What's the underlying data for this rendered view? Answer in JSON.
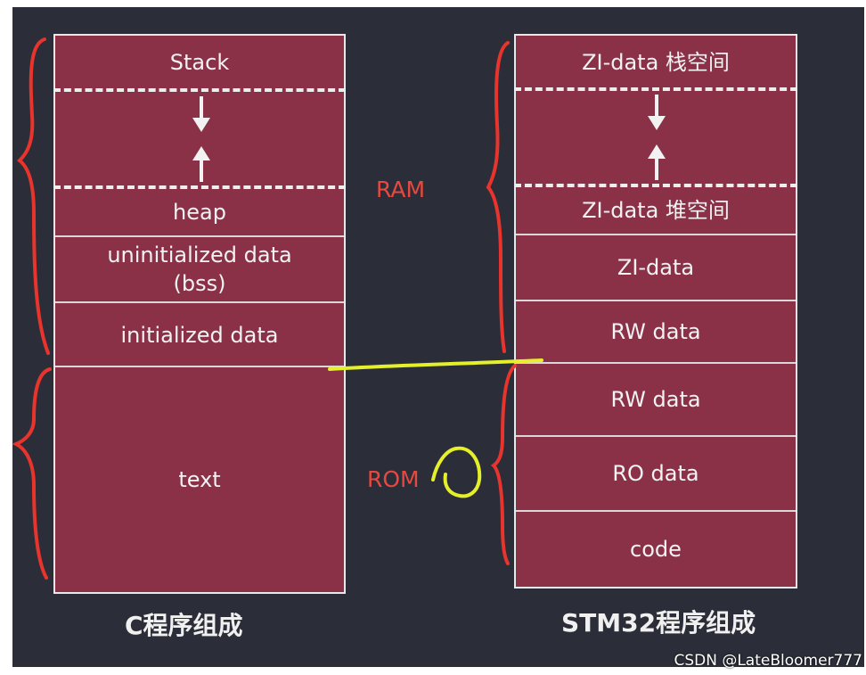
{
  "c_layout": {
    "caption": "C程序组成",
    "stack": "Stack",
    "heap": "heap",
    "uninit_line1": "uninitialized data",
    "uninit_line2": "(bss)",
    "init": "initialized data",
    "text": "text"
  },
  "stm32_layout": {
    "caption": "STM32程序组成",
    "zi_stack": "ZI-data 栈空间",
    "zi_heap": "ZI-data 堆空间",
    "zi": "ZI-data",
    "rw_ram": "RW data",
    "rw_rom": "RW data",
    "ro": "RO data",
    "code": "code"
  },
  "annotations": {
    "ram": "RAM",
    "rom": "ROM"
  },
  "watermark": "CSDN @LateBloomer777",
  "colors": {
    "background": "#2b2e38",
    "segment": "#8a3148",
    "annotation_red": "#e8483f",
    "highlight_yellow": "#e6f02a"
  },
  "icons": [
    "down-arrow-icon",
    "up-arrow-icon"
  ]
}
